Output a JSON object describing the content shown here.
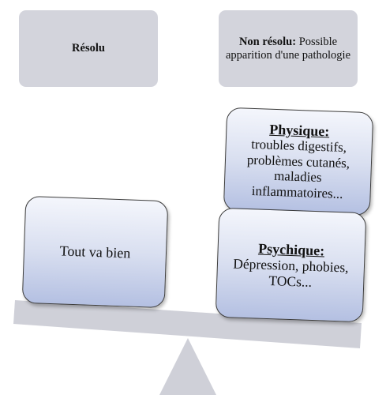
{
  "top": {
    "resolu_label": "Résolu",
    "nonresolu_bold": "Non résolu:",
    "nonresolu_text": " Possible apparition d'une pathologie"
  },
  "cards": {
    "tout_va_bien": "Tout va bien",
    "physique_title": "Physique:",
    "physique_text": "troubles digestifs, problèmes cutanés, maladies inflammatoires...",
    "psychique_title": "Psychique:",
    "psychique_text": "Dépression, phobies, TOCs..."
  },
  "colors": {
    "top_box_fill": "#d3d4dc",
    "beam_fill": "#cfd0d8",
    "card_gradient_top": "#f4f6fc",
    "card_gradient_bottom": "#b4c0e2",
    "card_border": "#3c3c3c"
  }
}
